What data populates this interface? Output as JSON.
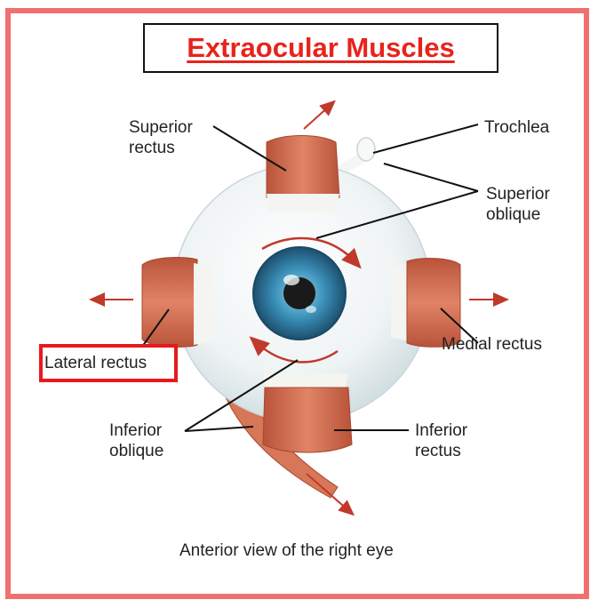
{
  "title": "Extraocular Muscles",
  "caption": "Anterior view of the right eye",
  "labels": {
    "superior_rectus": [
      "Superior",
      "rectus"
    ],
    "trochlea": "Trochlea",
    "superior_oblique": [
      "Superior",
      "oblique"
    ],
    "lateral_rectus": "Lateral rectus",
    "medial_rectus": "Medial rectus",
    "inferior_oblique": [
      "Inferior",
      "oblique"
    ],
    "inferior_rectus": [
      "Inferior",
      "rectus"
    ]
  },
  "colors": {
    "frame": "#f07070",
    "title": "#e8231c",
    "highlight": "#e8191c",
    "muscle": "#d9704f",
    "arrow": "#c0392b",
    "iris": "#3a8fb8"
  }
}
